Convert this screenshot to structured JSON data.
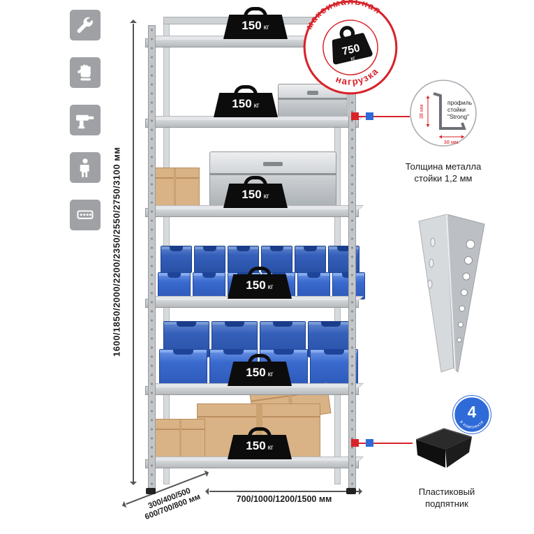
{
  "colors": {
    "accent_red": "#d8232a",
    "accent_blue": "#2f6bd8",
    "bin_blue": "#3a6ace"
  },
  "sidebar": {
    "icons": [
      {
        "label": "wrench"
      },
      {
        "label": "gloves"
      },
      {
        "label": "drill"
      },
      {
        "label": "person"
      },
      {
        "label": "perforated-profile"
      }
    ]
  },
  "loads": [
    {
      "value": "150",
      "unit": "кг"
    },
    {
      "value": "150",
      "unit": "кг"
    },
    {
      "value": "150",
      "unit": "кг"
    },
    {
      "value": "150",
      "unit": "кг"
    },
    {
      "value": "150",
      "unit": "кг"
    },
    {
      "value": "150",
      "unit": "кг"
    }
  ],
  "stamp": {
    "top": "максимальная",
    "bottom": "нагрузка",
    "value": "750",
    "unit": "кг"
  },
  "profile": {
    "dim_vertical": "38 мм",
    "dim_horizontal": "38 мм.",
    "title1": "профиль",
    "title2": "стойки",
    "title3": "\"Strong\"",
    "caption1": "Толщина металла",
    "caption2": "стойки 1,2 мм"
  },
  "foot": {
    "badge_value": "4",
    "badge_text": "в комплекте",
    "caption1": "Пластиковый",
    "caption2": "подпятник"
  },
  "dimensions": {
    "height": "1600/1850/2000/2200/2350/2550/2750/3100 мм",
    "depth1": "300/400/500",
    "depth2": "600/700/800 мм",
    "width": "700/1000/1200/1500 мм"
  }
}
